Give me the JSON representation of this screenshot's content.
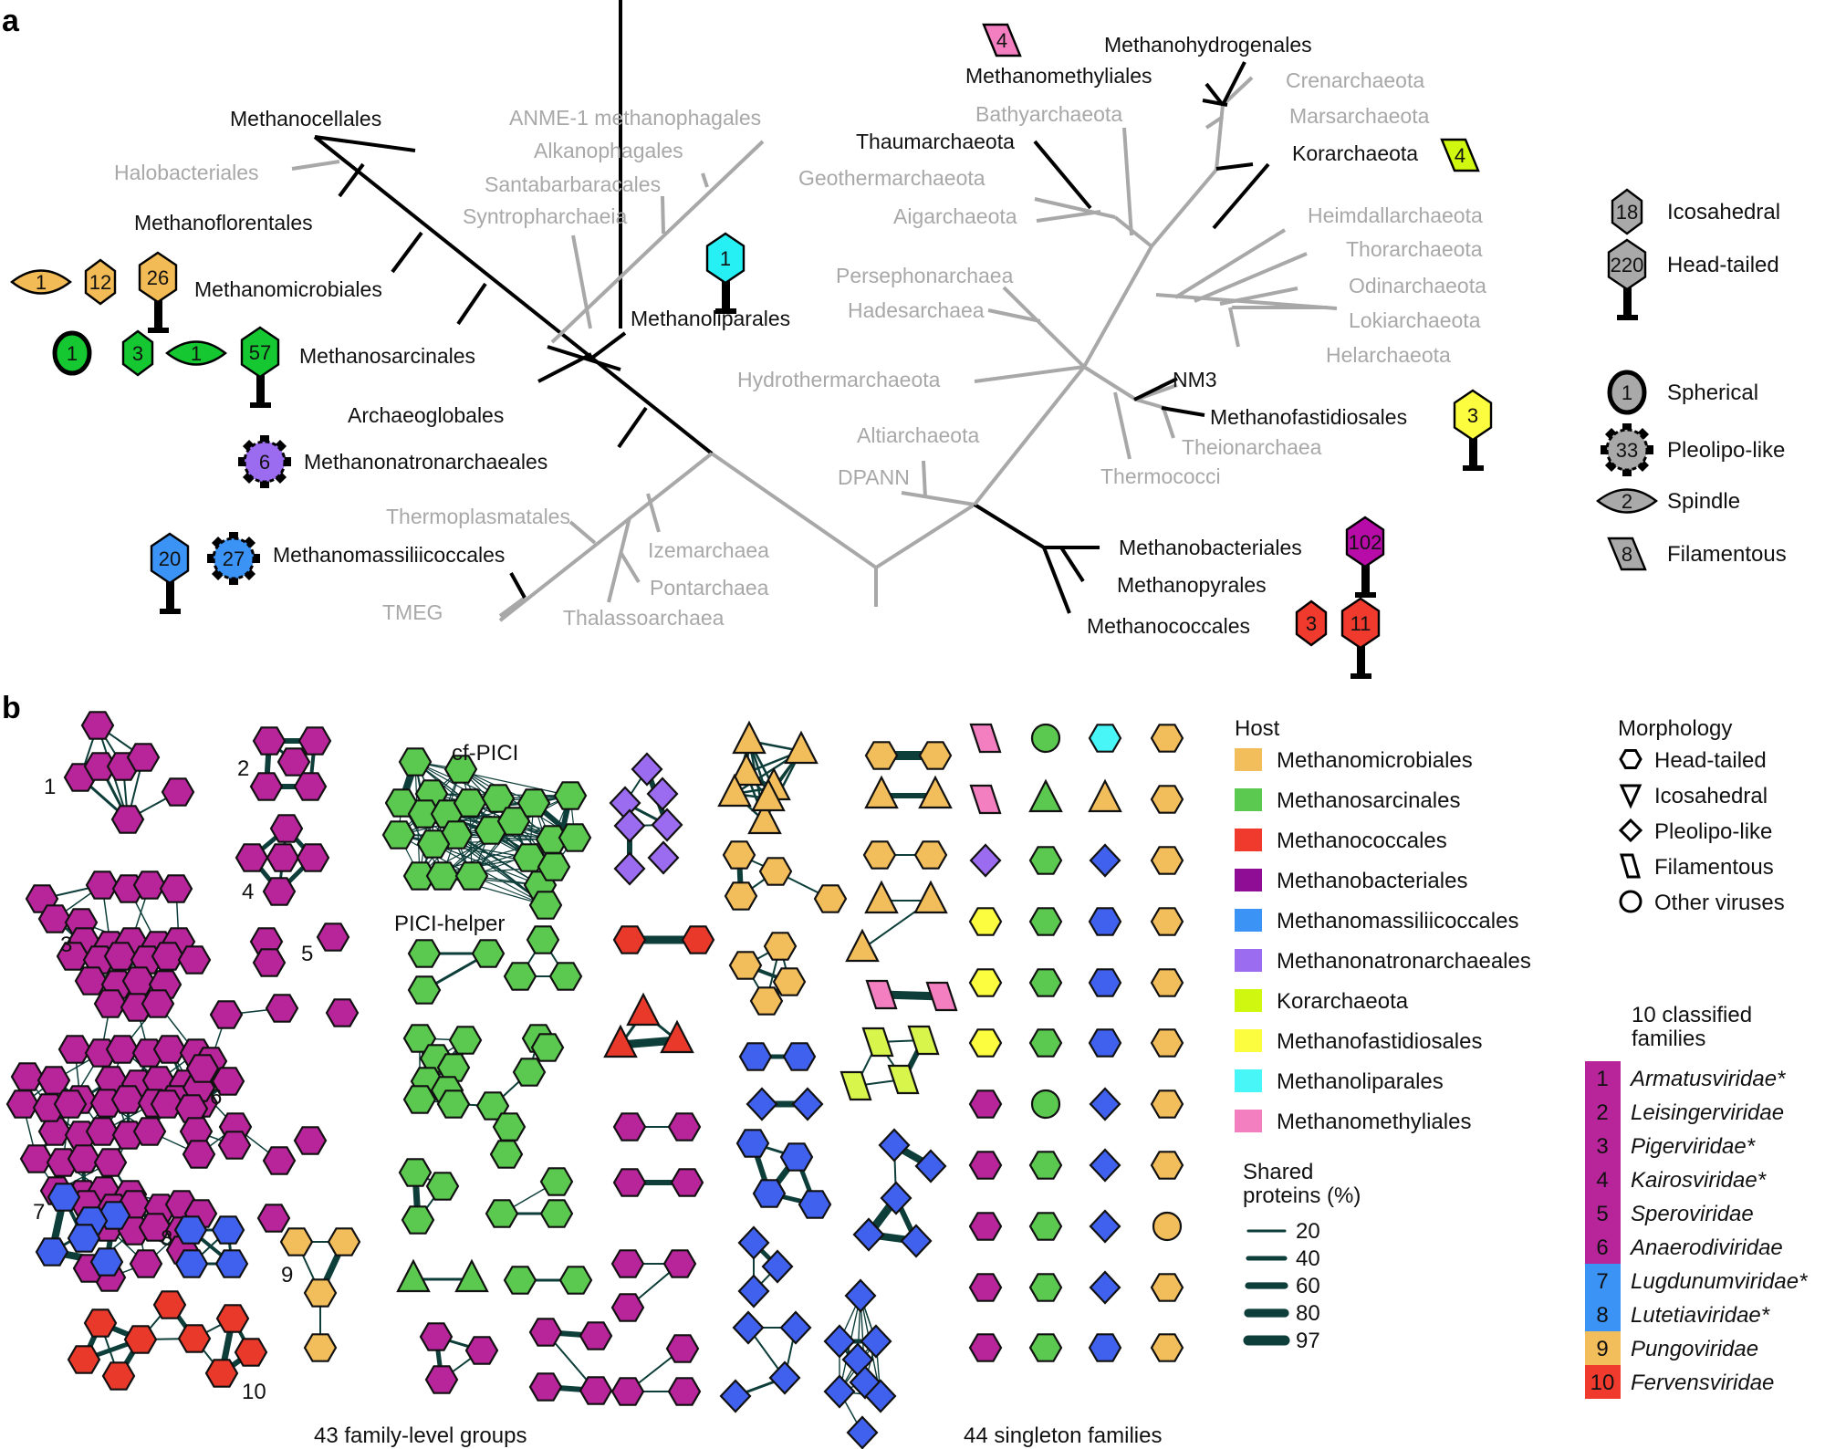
{
  "panels": {
    "a": "a",
    "b": "b"
  },
  "colors": {
    "Methanomicrobiales": "#f2bd5b",
    "Methanosarcinales": "#5bc84f",
    "Methanococcales": "#f13a2e",
    "Methanobacteriales": "#8f0c95",
    "Methanomassiliicoccales": "#3b93f5",
    "Methanonatronarchaeales": "#9c6cf0",
    "Korarchaeota": "#cff70f",
    "Methanofastidiosales": "#fdfd3f",
    "Methanoliparales": "#48f6f8",
    "Methanomethyliales": "#f37fc0",
    "node_purple": "#b8249a",
    "node_blue": "#4061ee",
    "node_green": "#5bc84f",
    "node_orange": "#f2bd5b",
    "node_red": "#e8392a",
    "edge": "#0d3e3a",
    "gray_branch": "#a8a8a8",
    "legend_gray": "#a9a9a9",
    "panelA_green": "#15c831",
    "panelA_orange": "#f3bb55"
  },
  "tree": {
    "host_labels": [
      {
        "text": "Methanocellales",
        "tone": "black"
      },
      {
        "text": "Halobacteriales",
        "tone": "gray"
      },
      {
        "text": "Methanoflorentales",
        "tone": "black"
      },
      {
        "text": "Methanomicrobiales",
        "tone": "black"
      },
      {
        "text": "Methanosarcinales",
        "tone": "black"
      },
      {
        "text": "Archaeoglobales",
        "tone": "black"
      },
      {
        "text": "Methanonatronarchaeales",
        "tone": "black"
      },
      {
        "text": "Methanomassiliicoccales",
        "tone": "black"
      },
      {
        "text": "Thermoplasmatales",
        "tone": "gray"
      },
      {
        "text": "TMEG",
        "tone": "gray"
      },
      {
        "text": "Izemarchaea",
        "tone": "gray"
      },
      {
        "text": "Pontarchaea",
        "tone": "gray"
      },
      {
        "text": "Thalassoarchaea",
        "tone": "gray"
      },
      {
        "text": "ANME-1 methanophagales",
        "tone": "gray"
      },
      {
        "text": "Alkanophagales",
        "tone": "gray"
      },
      {
        "text": "Santabarbaracales",
        "tone": "gray"
      },
      {
        "text": "Syntropharchaeia",
        "tone": "gray"
      },
      {
        "text": "Methanoliparales",
        "tone": "black"
      },
      {
        "text": "Methanomethyliales",
        "tone": "black"
      },
      {
        "text": "Methanohydrogenales",
        "tone": "black"
      },
      {
        "text": "Crenarchaeota",
        "tone": "gray"
      },
      {
        "text": "Marsarchaeota",
        "tone": "gray"
      },
      {
        "text": "Korarchaeota",
        "tone": "black"
      },
      {
        "text": "Bathyarchaeota",
        "tone": "gray"
      },
      {
        "text": "Thaumarchaeota",
        "tone": "black"
      },
      {
        "text": "Geothermarchaeota",
        "tone": "gray"
      },
      {
        "text": "Aigarchaeota",
        "tone": "gray"
      },
      {
        "text": "Heimdallarchaeota",
        "tone": "gray"
      },
      {
        "text": "Thorarchaeota",
        "tone": "gray"
      },
      {
        "text": "Odinarchaeota",
        "tone": "gray"
      },
      {
        "text": "Lokiarchaeota",
        "tone": "gray"
      },
      {
        "text": "Helarchaeota",
        "tone": "gray"
      },
      {
        "text": "Persephonarchaea",
        "tone": "gray"
      },
      {
        "text": "Hadesarchaea",
        "tone": "gray"
      },
      {
        "text": "Hydrothermarchaeota",
        "tone": "gray"
      },
      {
        "text": "NM3",
        "tone": "black"
      },
      {
        "text": "Methanofastidiosales",
        "tone": "black"
      },
      {
        "text": "Theionarchaea",
        "tone": "gray"
      },
      {
        "text": "Thermococci",
        "tone": "gray"
      },
      {
        "text": "Altiarchaeota",
        "tone": "gray"
      },
      {
        "text": "DPANN",
        "tone": "gray"
      },
      {
        "text": "Methanobacteriales",
        "tone": "black"
      },
      {
        "text": "Methanopyrales",
        "tone": "black"
      },
      {
        "text": "Methanococcales",
        "tone": "black"
      }
    ],
    "virus_badges": [
      {
        "host": "Methanomicrobiales",
        "morphology": "spindle",
        "count": "1"
      },
      {
        "host": "Methanomicrobiales",
        "morphology": "icosahedral",
        "count": "12"
      },
      {
        "host": "Methanomicrobiales",
        "morphology": "head-tailed",
        "count": "26"
      },
      {
        "host": "Methanosarcinales",
        "morphology": "spherical",
        "count": "1"
      },
      {
        "host": "Methanosarcinales",
        "morphology": "icosahedral",
        "count": "3"
      },
      {
        "host": "Methanosarcinales",
        "morphology": "spindle",
        "count": "1"
      },
      {
        "host": "Methanosarcinales",
        "morphology": "head-tailed",
        "count": "57"
      },
      {
        "host": "Methanonatronarchaeales",
        "morphology": "pleolipo-like",
        "count": "6"
      },
      {
        "host": "Methanomassiliicoccales",
        "morphology": "head-tailed",
        "count": "20"
      },
      {
        "host": "Methanomassiliicoccales",
        "morphology": "pleolipo-like",
        "count": "27"
      },
      {
        "host": "Methanoliparales",
        "morphology": "head-tailed",
        "count": "1"
      },
      {
        "host": "Methanomethyliales",
        "morphology": "filamentous",
        "count": "4"
      },
      {
        "host": "Korarchaeota",
        "morphology": "filamentous",
        "count": "4"
      },
      {
        "host": "Methanofastidiosales",
        "morphology": "head-tailed",
        "count": "3"
      },
      {
        "host": "Methanobacteriales",
        "morphology": "head-tailed",
        "count": "102"
      },
      {
        "host": "Methanococcales",
        "morphology": "icosahedral",
        "count": "3"
      },
      {
        "host": "Methanococcales",
        "morphology": "head-tailed",
        "count": "11"
      }
    ],
    "morphology_legend": [
      {
        "morphology": "icosahedral",
        "count": "18",
        "label": "Icosahedral"
      },
      {
        "morphology": "head-tailed",
        "count": "220",
        "label": "Head-tailed"
      },
      {
        "morphology": "spherical",
        "count": "1",
        "label": "Spherical"
      },
      {
        "morphology": "pleolipo-like",
        "count": "33",
        "label": "Pleolipo-like"
      },
      {
        "morphology": "spindle",
        "count": "2",
        "label": "Spindle"
      },
      {
        "morphology": "filamentous",
        "count": "8",
        "label": "Filamentous"
      }
    ]
  },
  "network": {
    "cluster_labels": [
      "1",
      "2",
      "3",
      "4",
      "5",
      "6",
      "7",
      "8",
      "9",
      "10"
    ],
    "named_groups": {
      "cf_pici": "cf-PICI",
      "pici_helper": "PICI-helper"
    },
    "captions": {
      "family_groups": "43 family-level groups",
      "singletons": "44 singleton families"
    },
    "singleton_grid": [
      [
        "Methanomethyliales:filamentous",
        "Methanosarcinales:other",
        "Methanoliparales:head-tailed",
        "Methanomicrobiales:head-tailed"
      ],
      [
        "Methanomethyliales:filamentous",
        "Methanosarcinales:icosahedral",
        "Methanomicrobiales:icosahedral",
        "Methanomicrobiales:head-tailed"
      ],
      [
        "Methanonatronarchaeales:pleolipo-like",
        "Methanosarcinales:head-tailed",
        "Methanomassiliicoccales:pleolipo-like",
        "Methanomicrobiales:head-tailed"
      ],
      [
        "Methanofastidiosales:head-tailed",
        "Methanosarcinales:head-tailed",
        "Methanomassiliicoccales:head-tailed",
        "Methanomicrobiales:head-tailed"
      ],
      [
        "Methanofastidiosales:head-tailed",
        "Methanosarcinales:head-tailed",
        "Methanomassiliicoccales:head-tailed",
        "Methanomicrobiales:head-tailed"
      ],
      [
        "Methanofastidiosales:head-tailed",
        "Methanosarcinales:head-tailed",
        "Methanomassiliicoccales:head-tailed",
        "Methanomicrobiales:head-tailed"
      ],
      [
        "Methanobacteriales:head-tailed",
        "Methanosarcinales:other",
        "Methanomassiliicoccales:pleolipo-like",
        "Methanomicrobiales:head-tailed"
      ],
      [
        "Methanobacteriales:head-tailed",
        "Methanosarcinales:head-tailed",
        "Methanomassiliicoccales:pleolipo-like",
        "Methanomicrobiales:head-tailed"
      ],
      [
        "Methanobacteriales:head-tailed",
        "Methanosarcinales:head-tailed",
        "Methanomassiliicoccales:pleolipo-like",
        "Methanomicrobiales:other"
      ],
      [
        "Methanobacteriales:head-tailed",
        "Methanosarcinales:head-tailed",
        "Methanomassiliicoccales:pleolipo-like",
        "Methanomicrobiales:head-tailed"
      ],
      [
        "Methanobacteriales:head-tailed",
        "Methanosarcinales:head-tailed",
        "Methanomassiliicoccales:head-tailed",
        "Methanomicrobiales:head-tailed"
      ]
    ]
  },
  "legend": {
    "host_title": "Host",
    "hosts": [
      {
        "name": "Methanomicrobiales",
        "color": "#f2bd5b"
      },
      {
        "name": "Methanosarcinales",
        "color": "#5bc84f"
      },
      {
        "name": "Methanococcales",
        "color": "#f13a2e"
      },
      {
        "name": "Methanobacteriales",
        "color": "#8f0c95"
      },
      {
        "name": "Methanomassiliicoccales",
        "color": "#3b93f5"
      },
      {
        "name": "Methanonatronarchaeales",
        "color": "#9c6cf0"
      },
      {
        "name": "Korarchaeota",
        "color": "#cff70f"
      },
      {
        "name": "Methanofastidiosales",
        "color": "#fdfd3f"
      },
      {
        "name": "Methanoliparales",
        "color": "#48f6f8"
      },
      {
        "name": "Methanomethyliales",
        "color": "#f37fc0"
      }
    ],
    "morphology_title": "Morphology",
    "morphologies": [
      {
        "shape": "hexagon",
        "label": "Head-tailed"
      },
      {
        "shape": "triangle-down",
        "label": "Icosahedral"
      },
      {
        "shape": "diamond",
        "label": "Pleolipo-like"
      },
      {
        "shape": "parallelogram",
        "label": "Filamentous"
      },
      {
        "shape": "circle",
        "label": "Other viruses"
      }
    ],
    "shared_title_1": "Shared",
    "shared_title_2": "proteins (%)",
    "shared_proteins": [
      {
        "value": "20",
        "weight": 20
      },
      {
        "value": "40",
        "weight": 40
      },
      {
        "value": "60",
        "weight": 60
      },
      {
        "value": "80",
        "weight": 80
      },
      {
        "value": "97",
        "weight": 97
      }
    ],
    "families_title_1": "10 classified",
    "families_title_2": "families",
    "families": [
      {
        "num": "1",
        "name": "Armatusviridae*",
        "color": "#b8249a"
      },
      {
        "num": "2",
        "name": "Leisingerviridae",
        "color": "#b8249a"
      },
      {
        "num": "3",
        "name": "Pigerviridae*",
        "color": "#b8249a"
      },
      {
        "num": "4",
        "name": "Kairosviridae*",
        "color": "#b8249a"
      },
      {
        "num": "5",
        "name": "Speroviridae",
        "color": "#b8249a"
      },
      {
        "num": "6",
        "name": "Anaerodiviridae",
        "color": "#b8249a"
      },
      {
        "num": "7",
        "name": "Lugdunumviridae*",
        "color": "#3b93f5"
      },
      {
        "num": "8",
        "name": "Lutetiaviridae*",
        "color": "#3b93f5"
      },
      {
        "num": "9",
        "name": "Pungoviridae",
        "color": "#f2bd5b"
      },
      {
        "num": "10",
        "name": "Fervensviridae",
        "color": "#f13a2e"
      }
    ]
  }
}
